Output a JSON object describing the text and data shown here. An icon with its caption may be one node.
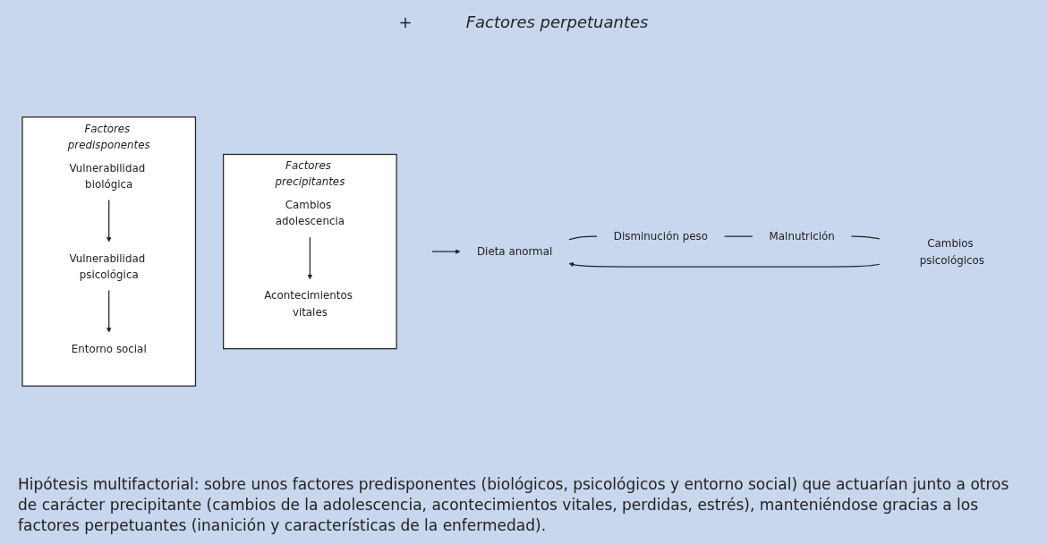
{
  "diagram": {
    "caption": "Hipótesis multifactorial: sobre unos factores predisponentes (biológicos, psicológicos y entorno social) que actuarían junto a otros de carácter precipitante (cambios de la adolescencia, acontecimientos vitales, perdidas, estrés), manteniéndose gracias a los factores perpetuantes (inanición y características de la enfermedad).",
    "nodes": [
      {
        "text": [
          "Factores predisponentes"
        ]
      },
      {
        "text": [
          "Vulnerabilidad biológica"
        ],
        "in": 0
      },
      {
        "text": [
          "Vulnerabilidad psicológica"
        ],
        "in": 0
      },
      {
        "text": [
          "Entorno social"
        ],
        "in": 0
      },
      {
        "text": [
          "Factores precipitantes"
        ]
      },
      {
        "text": [
          "Cambios adolescencia"
        ],
        "in": 4
      },
      {
        "text": [
          "Acontecimientos vitales"
        ],
        "in": 4
      },
      {
        "text": [
          "Dieta anormal"
        ]
      },
      {
        "text": [
          "Disminución peso"
        ]
      },
      {
        "text": [
          "Malnutrición"
        ]
      },
      {
        "text": [
          "Cambios psicológicos"
        ]
      }
    ],
    "edges": [
      {
        "from": 1,
        "to": 2,
        "arrow": "to"
      },
      {
        "from": 2,
        "to": 3,
        "arrow": "to"
      },
      {
        "from": 5,
        "to": 6,
        "arrow": "to"
      },
      {
        "from": null,
        "to": 7,
        "arrow": "to"
      },
      {
        "from": 7,
        "to": 8,
        "arrow": "none"
      },
      {
        "from": 8,
        "to": 9,
        "arrow": "none"
      },
      {
        "from": 9,
        "to": 10,
        "arrow": "none"
      },
      {
        "from": 10,
        "to": 7,
        "arrow": "to"
      }
    ],
    "labels": [
      "+",
      "Factores perpetuantes"
    ]
  }
}
